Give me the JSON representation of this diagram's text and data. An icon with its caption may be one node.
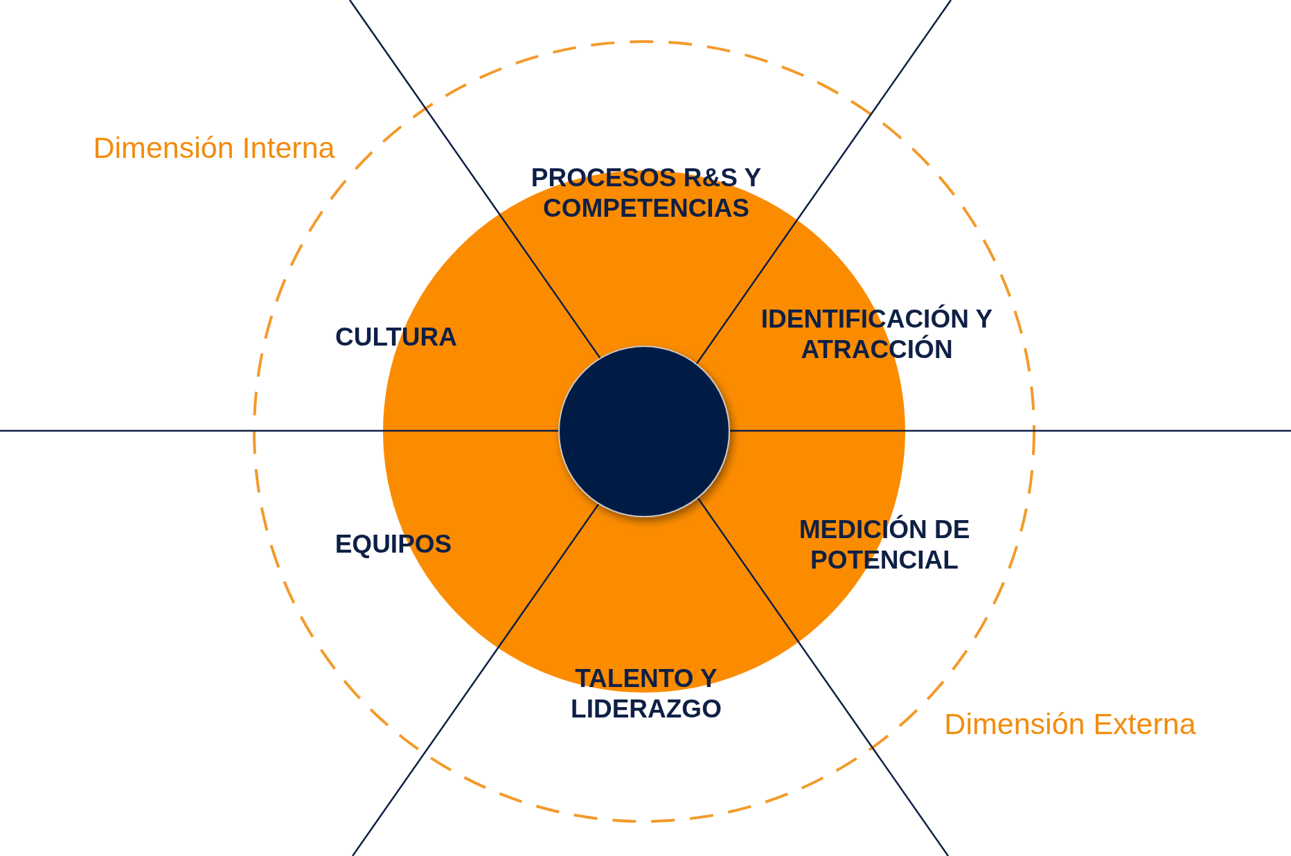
{
  "diagram": {
    "nodes": [
      {
        "text": [],
        "shape": "circle"
      }
    ],
    "labels": [
      "Dimensión Interna",
      "PROCESOS R&S Y COMPETENCIAS",
      "CULTURA",
      "IDENTIFICACIÓN Y ATRACCIÓN",
      "EQUIPOS",
      "MEDICIÓN DE POTENCIAL",
      "TALENTO Y LIDERAZGO",
      "Dimensión Externa"
    ]
  }
}
